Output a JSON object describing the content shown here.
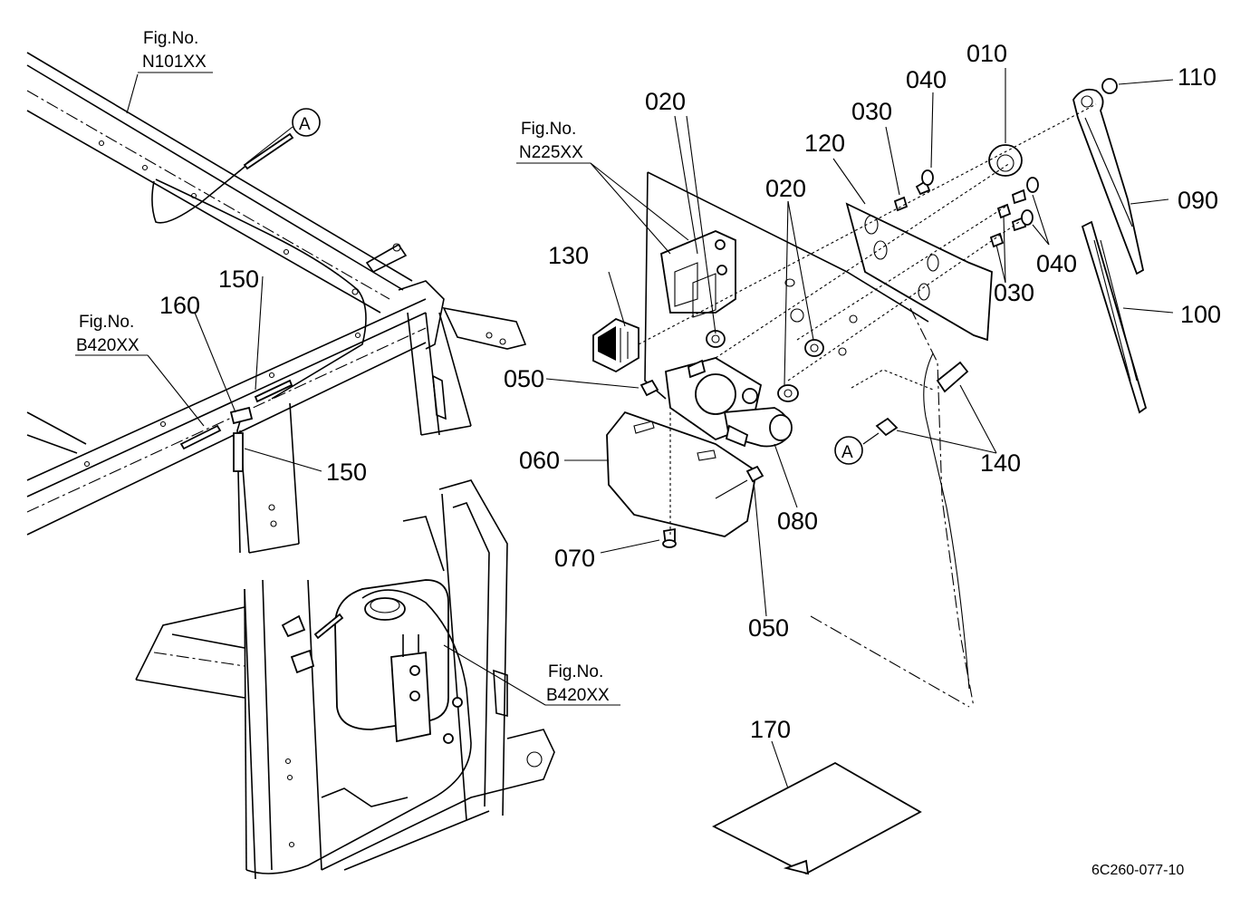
{
  "drawing_code": "6C260-077-10",
  "callouts": {
    "a": "A"
  },
  "fig_refs": [
    {
      "label": "Fig.No.",
      "code": "N101XX"
    },
    {
      "label": "Fig.No.",
      "code": "N225XX"
    },
    {
      "label": "Fig.No.",
      "code": "B420XX"
    },
    {
      "label": "Fig.No.",
      "code": "B420XX"
    }
  ],
  "parts": {
    "p010": "010",
    "p020": "020",
    "p030": "030",
    "p040": "040",
    "p050": "050",
    "p060": "060",
    "p070": "070",
    "p080": "080",
    "p090": "090",
    "p100": "100",
    "p110": "110",
    "p120": "120",
    "p130": "130",
    "p140": "140",
    "p150": "150",
    "p160": "160",
    "p170": "170"
  }
}
